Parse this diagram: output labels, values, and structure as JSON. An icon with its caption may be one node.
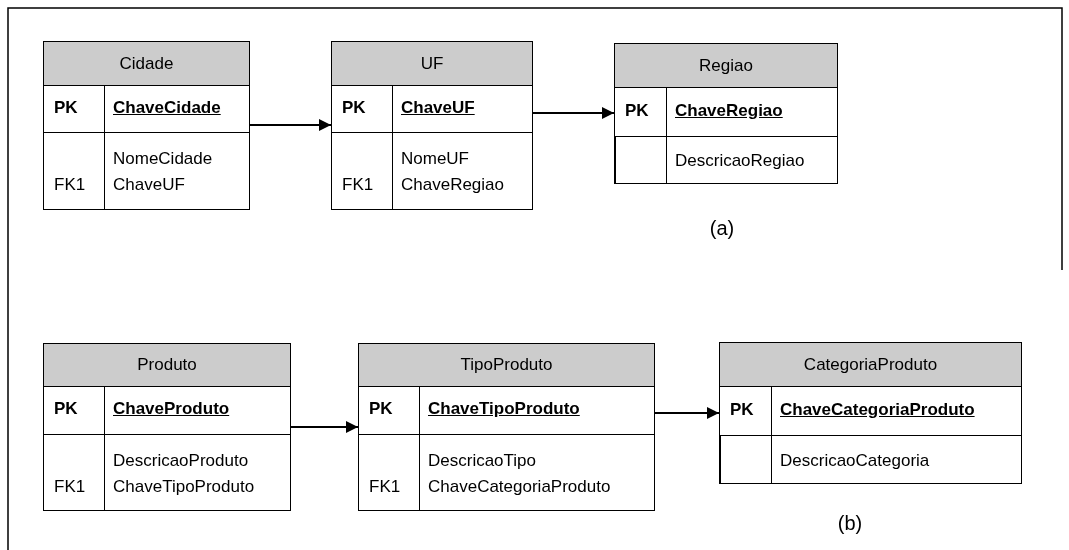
{
  "diagram": {
    "nodes": [
      {
        "text": [
          "Cidade"
        ]
      },
      {
        "text": [
          "PK"
        ],
        "in": 0
      },
      {
        "text": [
          "ChaveCidade"
        ],
        "in": 0
      },
      {
        "text": [
          "FK1"
        ],
        "in": 0
      },
      {
        "text": [
          "NomeCidade",
          "ChaveUF"
        ],
        "in": 0
      },
      {
        "text": [
          "UF"
        ]
      },
      {
        "text": [
          "PK"
        ],
        "in": 5
      },
      {
        "text": [
          "ChaveUF"
        ],
        "in": 5
      },
      {
        "text": [
          "FK1"
        ],
        "in": 5
      },
      {
        "text": [
          "NomeUF",
          "ChaveRegiao"
        ],
        "in": 5
      },
      {
        "text": [
          "Regiao"
        ]
      },
      {
        "text": [
          "PK"
        ],
        "in": 10
      },
      {
        "text": [
          "ChaveRegiao"
        ],
        "in": 10
      },
      {
        "text": [],
        "shape": "box",
        "in": 10
      },
      {
        "text": [
          "DescricaoRegiao"
        ],
        "in": 10
      },
      {
        "text": [
          "Produto"
        ]
      },
      {
        "text": [
          "PK"
        ],
        "in": 15
      },
      {
        "text": [
          "ChaveProduto"
        ],
        "in": 15
      },
      {
        "text": [
          "FK1"
        ],
        "in": 15
      },
      {
        "text": [
          "DescricaoProduto",
          "ChaveTipoProduto"
        ],
        "in": 15
      },
      {
        "text": [
          "TipoProduto"
        ]
      },
      {
        "text": [
          "PK"
        ],
        "in": 20
      },
      {
        "text": [
          "ChaveTipoProduto"
        ],
        "in": 20
      },
      {
        "text": [
          "FK1"
        ],
        "in": 20
      },
      {
        "text": [
          "DescricaoTipo",
          "ChaveCategoriaProduto"
        ],
        "in": 20
      },
      {
        "text": [
          "CategoriaProduto"
        ]
      },
      {
        "text": [
          "PK"
        ],
        "in": 25
      },
      {
        "text": [
          "ChaveCategoriaProduto"
        ],
        "in": 25
      },
      {
        "text": [],
        "shape": "box",
        "in": 25
      },
      {
        "text": [
          "DescricaoCategoria"
        ],
        "in": 25
      }
    ],
    "edges": [
      {
        "from": 0,
        "to": 5,
        "arrow": "to"
      },
      {
        "from": 5,
        "to": 10,
        "arrow": "to"
      },
      {
        "from": 15,
        "to": 20,
        "arrow": "to"
      },
      {
        "from": 20,
        "to": 25,
        "arrow": "to"
      }
    ],
    "labels": [
      "(a)",
      "(b)"
    ]
  }
}
